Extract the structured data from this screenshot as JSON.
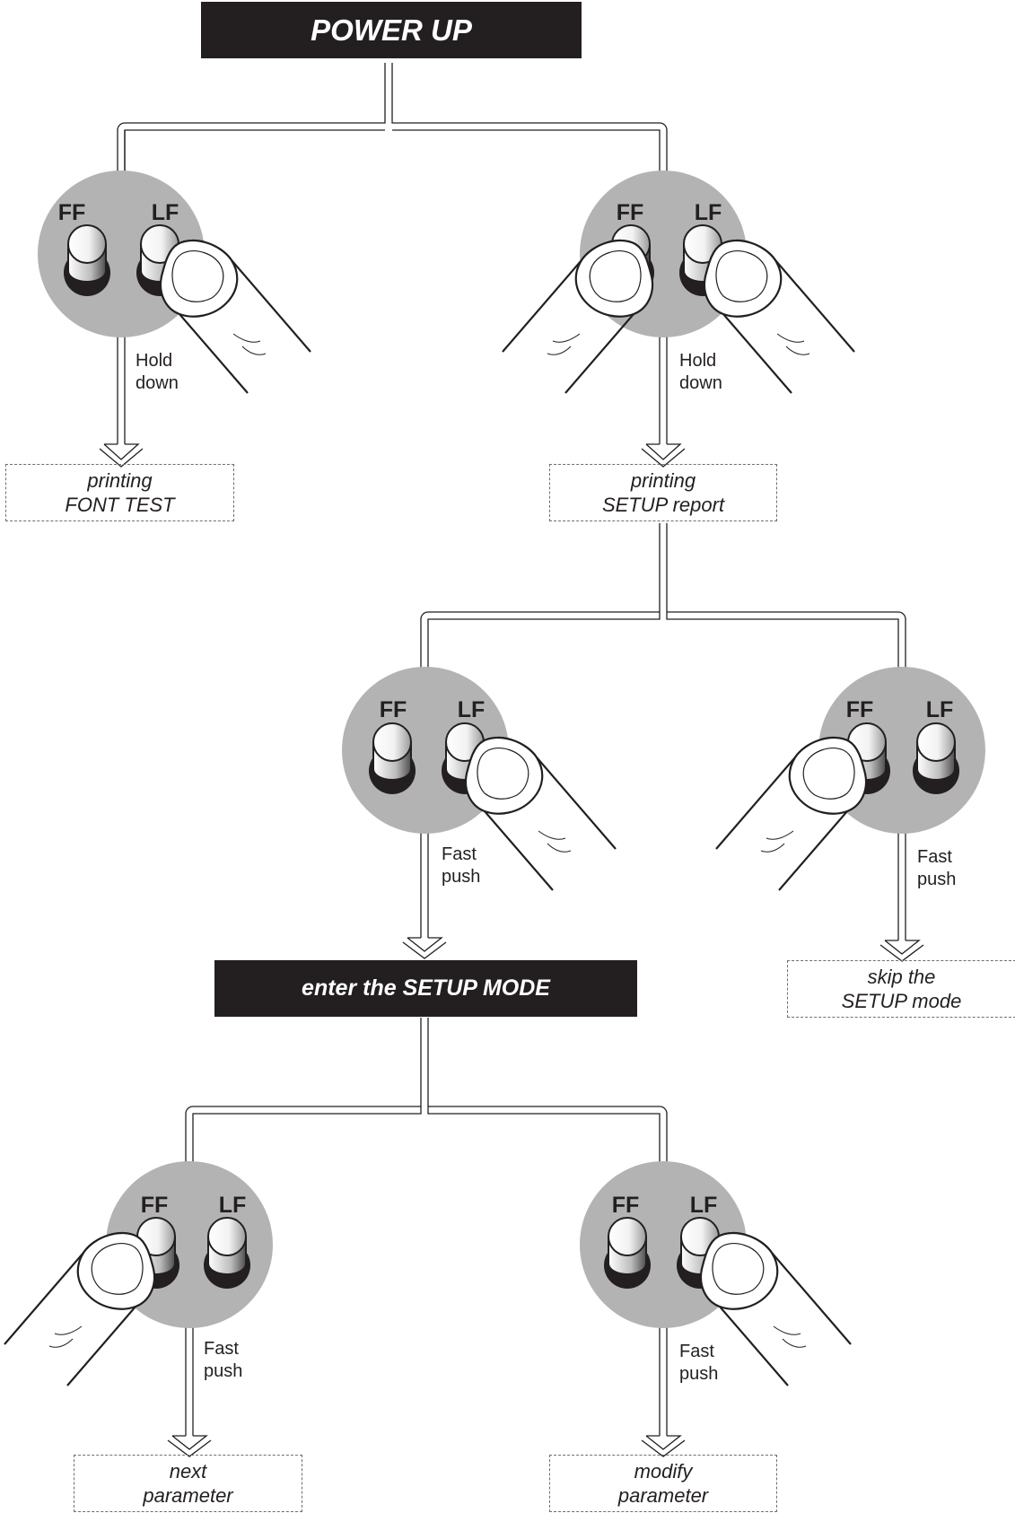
{
  "title": "POWER UP",
  "setup_mode": "enter the SETUP MODE",
  "panels": [
    {
      "id": "p1",
      "buttons": {
        "left": "FF",
        "right": "LF"
      },
      "pressed": "LF",
      "action": [
        "Hold",
        "down"
      ]
    },
    {
      "id": "p2",
      "buttons": {
        "left": "FF",
        "right": "LF"
      },
      "pressed": "FF+LF",
      "action": [
        "Hold",
        "down"
      ]
    },
    {
      "id": "p3",
      "buttons": {
        "left": "FF",
        "right": "LF"
      },
      "pressed": "LF",
      "action": [
        "Fast",
        "push"
      ]
    },
    {
      "id": "p4",
      "buttons": {
        "left": "FF",
        "right": "LF"
      },
      "pressed": "FF",
      "action": [
        "Fast",
        "push"
      ]
    },
    {
      "id": "p5",
      "buttons": {
        "left": "FF",
        "right": "LF"
      },
      "pressed": "FF",
      "action": [
        "Fast",
        "push"
      ]
    },
    {
      "id": "p6",
      "buttons": {
        "left": "FF",
        "right": "LF"
      },
      "pressed": "LF",
      "action": [
        "Fast",
        "push"
      ]
    }
  ],
  "results": [
    {
      "lines": [
        "printing",
        "FONT TEST"
      ]
    },
    {
      "lines": [
        "printing",
        "SETUP report"
      ]
    },
    {
      "lines": [
        "skip the",
        "SETUP mode"
      ]
    },
    {
      "lines": [
        "next",
        "parameter"
      ]
    },
    {
      "lines": [
        "modify",
        "parameter"
      ]
    }
  ],
  "colors": {
    "ink": "#231f20",
    "panel": "#b3b3b3",
    "button_cap": "#ffffff",
    "dash": "#6d6e71"
  }
}
